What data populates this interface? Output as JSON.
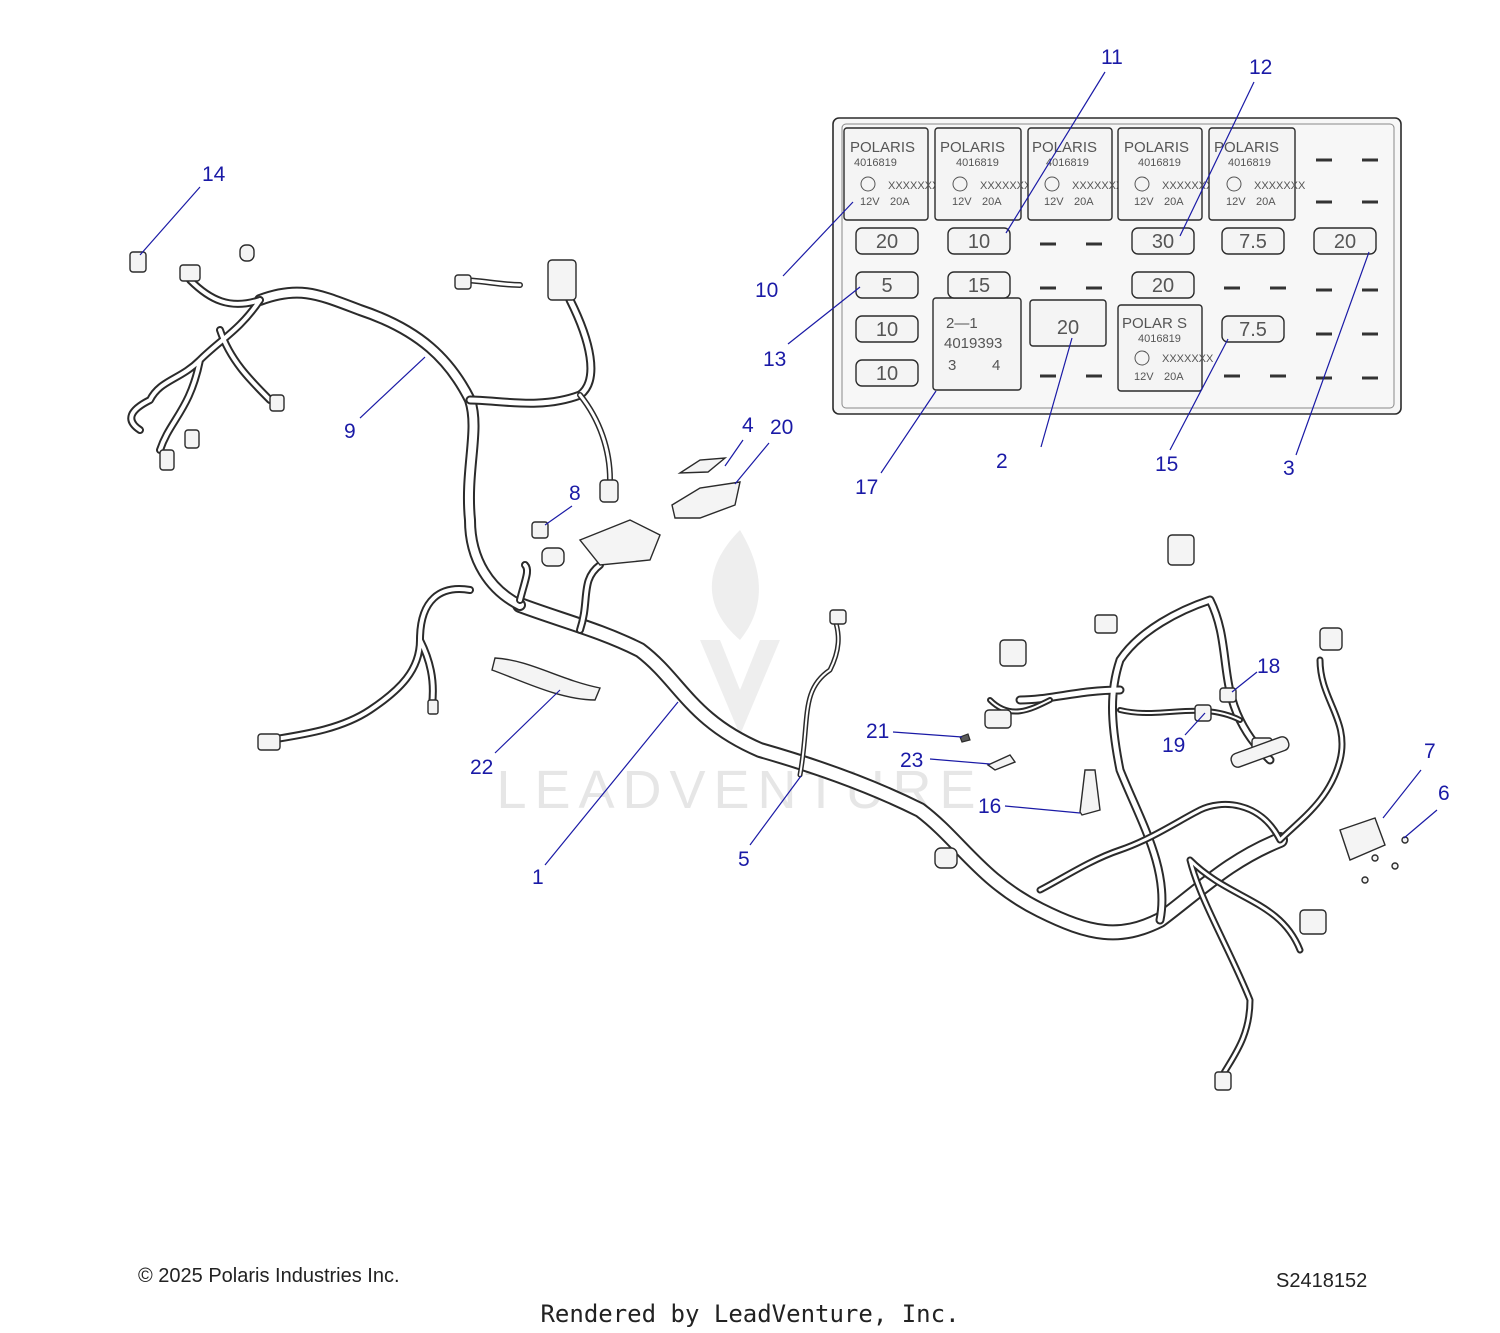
{
  "footer": {
    "copyright": "© 2025 Polaris Industries Inc.",
    "drawing_id": "S2418152",
    "rendered_by": "Rendered by LeadVenture, Inc."
  },
  "watermark": {
    "text": "LEADVENTURE"
  },
  "colors": {
    "callout": "#1a1aa6",
    "line": "#2b2b2b"
  },
  "callouts": {
    "c1": "1",
    "c2": "2",
    "c3": "3",
    "c4": "4",
    "c5": "5",
    "c6": "6",
    "c7": "7",
    "c8": "8",
    "c9": "9",
    "c10": "10",
    "c11": "11",
    "c12": "12",
    "c13": "13",
    "c14": "14",
    "c15": "15",
    "c16": "16",
    "c17": "17",
    "c18": "18",
    "c19": "19",
    "c20": "20",
    "c21": "21",
    "c22": "22",
    "c23": "23"
  },
  "fuse_box": {
    "relays": {
      "brand": "POLARIS",
      "brand_alt": "POLAR S",
      "part_number": "4016819",
      "code": "XXXXXXX",
      "voltage": "12V",
      "current": "20A"
    },
    "relay_17": {
      "pin_top": "2—1",
      "part_number": "4019393",
      "pin_left": "3",
      "pin_right": "4"
    },
    "fuses": {
      "f_20_a": "20",
      "f_10_a": "10",
      "f_30": "30",
      "f_75_a": "7.5",
      "f_20_b": "20",
      "f_5": "5",
      "f_15": "15",
      "f_20_c": "20",
      "f_10_b": "10",
      "f_20_large": "20",
      "f_75_b": "7.5",
      "f_10_c": "10"
    }
  }
}
